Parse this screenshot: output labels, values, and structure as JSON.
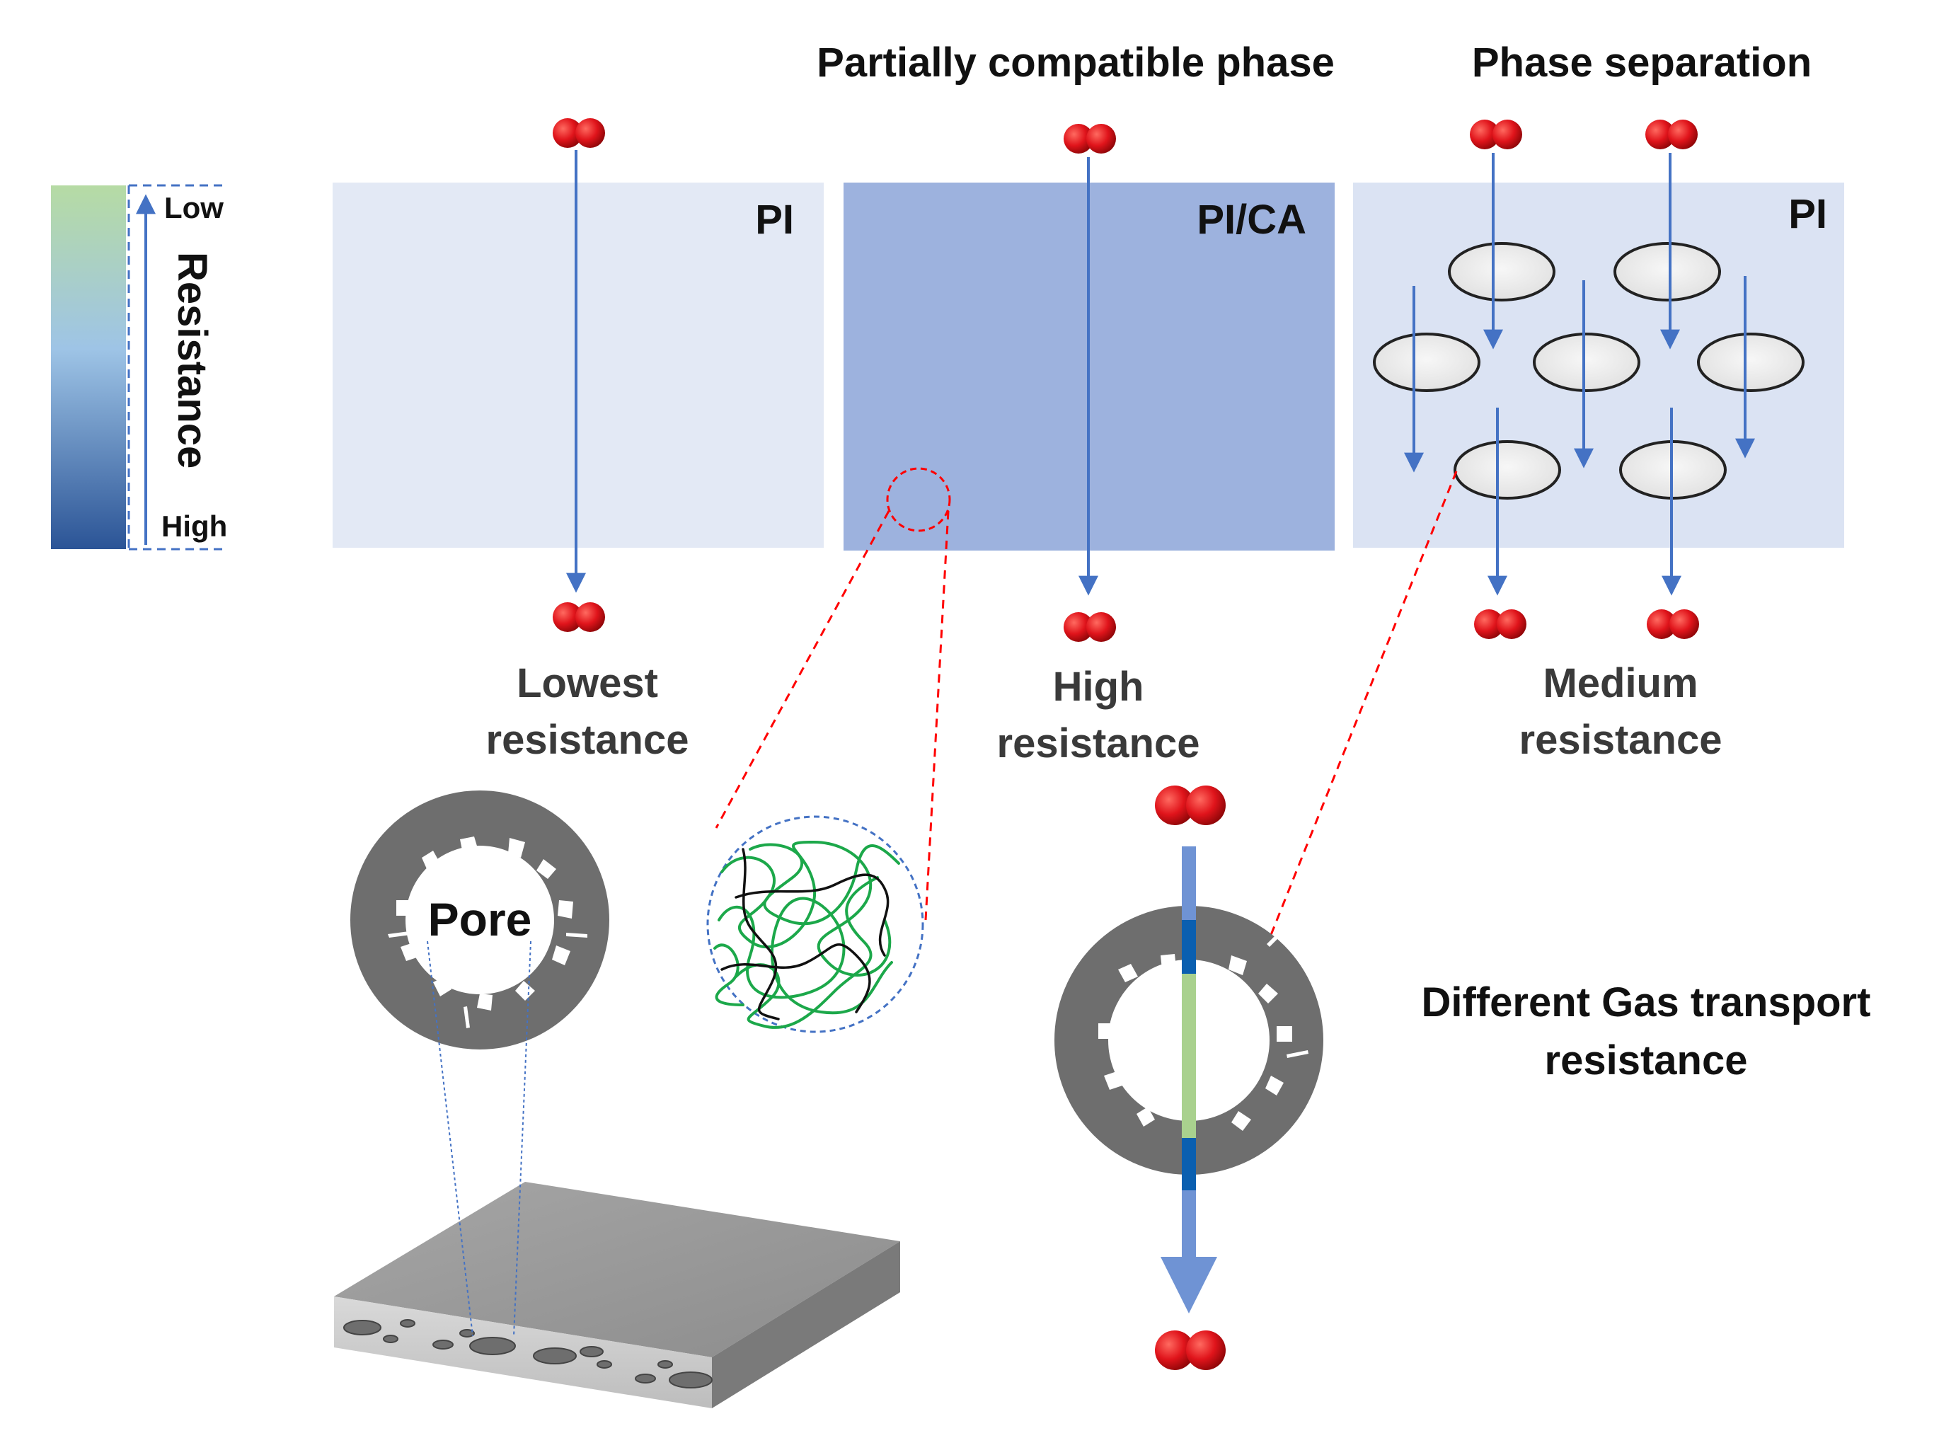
{
  "headings": {
    "partially_compatible": "Partially compatible phase",
    "phase_separation": "Phase separation"
  },
  "legend": {
    "low": "Low",
    "high": "High",
    "axis_label": "Resistance",
    "gradient_colors": [
      "#b6dba4",
      "#9ec4e6",
      "#2b5496"
    ]
  },
  "panels": {
    "pi_left": {
      "label": "PI",
      "caption_line1": "Lowest",
      "caption_line2": "resistance",
      "fill": "#e3e9f5"
    },
    "pi_ca": {
      "label": "PI/CA",
      "caption_line1": "High",
      "caption_line2": "resistance",
      "fill": "#9db2de"
    },
    "pi_right": {
      "label": "PI",
      "caption_line1": "Medium",
      "caption_line2": "resistance",
      "fill": "#dbe3f3"
    }
  },
  "pore": {
    "label": "Pore"
  },
  "gas_transport": {
    "line1": "Different Gas transport",
    "line2": "resistance"
  },
  "colors": {
    "arrow": "#4472c4",
    "molecule": "#e0141b",
    "ring": "#6e6e6e",
    "zoom_line": "#ff0000",
    "chain_green": "#1ca84a",
    "chain_black": "#111111",
    "low_segment": "#a9d18e",
    "high_segment": "#0a5fb0"
  }
}
